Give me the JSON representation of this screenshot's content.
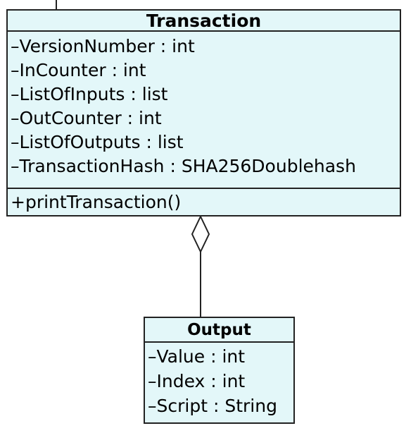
{
  "transaction_class": {
    "name": "Transaction",
    "attributes": [
      "–VersionNumber : int",
      "–InCounter : int",
      "–ListOfInputs : list",
      "–OutCounter : int",
      "–ListOfOutputs : list",
      "–TransactionHash : SHA256Doublehash"
    ],
    "operations": [
      "+printTransaction()"
    ]
  },
  "output_class": {
    "name": "Output",
    "attributes": [
      "–Value : int",
      "–Index : int",
      "–Script : String"
    ]
  },
  "relationship": {
    "type": "aggregation",
    "whole": "Transaction",
    "part": "Output"
  },
  "colors": {
    "class_fill": "#e3f7f9",
    "line": "#222222"
  }
}
